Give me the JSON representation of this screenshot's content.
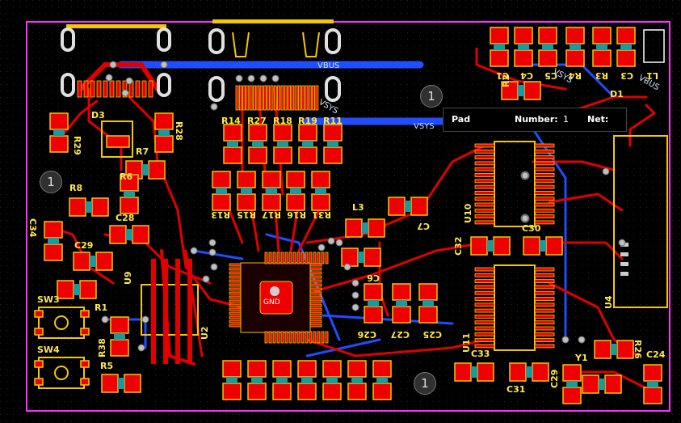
{
  "board": {
    "designators": {
      "D3": "D3",
      "R29": "R29",
      "R28": "R28",
      "R7": "R7",
      "R6": "R6",
      "R8": "R8",
      "R34": "C34",
      "C28": "C28",
      "C29": "C29",
      "R1": "R1",
      "U9": "U9",
      "SW3": "SW3",
      "SW4": "SW4",
      "R38": "R38",
      "R5": "R5",
      "U2": "U2",
      "R14": "R14",
      "R27": "R27",
      "R18": "R18",
      "R19": "R19",
      "R11": "R11",
      "R13": "R13",
      "R15": "R15",
      "R17": "R17",
      "R16": "R16",
      "R31": "R31",
      "L3": "L3",
      "C7": "C7",
      "C6": "C6",
      "C26": "C26",
      "C27": "C27",
      "C25": "C25",
      "U10": "U10",
      "C32": "C32",
      "C30": "C30",
      "U11": "U11",
      "C33": "C33",
      "C31": "C31",
      "C29b": "C29",
      "U4": "U4",
      "Y1": "Y1",
      "R26": "R26",
      "C24": "C24",
      "R2": "R2",
      "D1": "D1",
      "C1": "C1",
      "C4": "C4",
      "C5": "C5",
      "R4": "R4",
      "R3": "R3",
      "C3": "C3",
      "L1": "L1",
      "GND": "GND"
    },
    "nets": {
      "vbus1": "VBUS",
      "vbus2": "VBUS",
      "vsys1": "VSYS",
      "vsys2": "VSYS",
      "vsys3": "VSYS"
    },
    "markers": [
      "1",
      "1",
      "1"
    ]
  },
  "tooltip": {
    "pad_label": "Pad",
    "number_label": "Number:",
    "number_value": "1",
    "net_label": "Net:",
    "net_value": ""
  },
  "colors": {
    "top_copper": "#e00000",
    "bottom_copper": "#1f4dff",
    "silkscreen": "#ffe94a",
    "outline": "#ff2fff",
    "background": "#000000"
  }
}
